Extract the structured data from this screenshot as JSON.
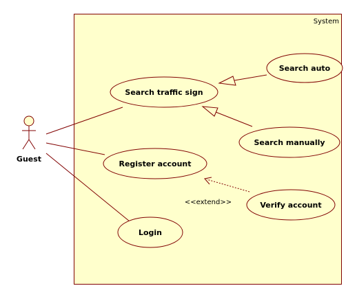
{
  "colors": {
    "system_fill": "#ffffcc",
    "system_stroke": "#800000",
    "ellipse_fill": "#ffffcc",
    "ellipse_stroke": "#800000",
    "line": "#800000",
    "actor_fill": "#ffffcc",
    "actor_stroke": "#800000"
  },
  "system": {
    "label": "System"
  },
  "actor": {
    "label": "Guest"
  },
  "use_cases": {
    "search_traffic_sign": "Search traffic sign",
    "search_auto": "Search auto",
    "search_manually": "Search manually",
    "register_account": "Register account",
    "verify_account": "Verify account",
    "login": "Login"
  },
  "relations": {
    "extend_label": "<<extend>>"
  }
}
